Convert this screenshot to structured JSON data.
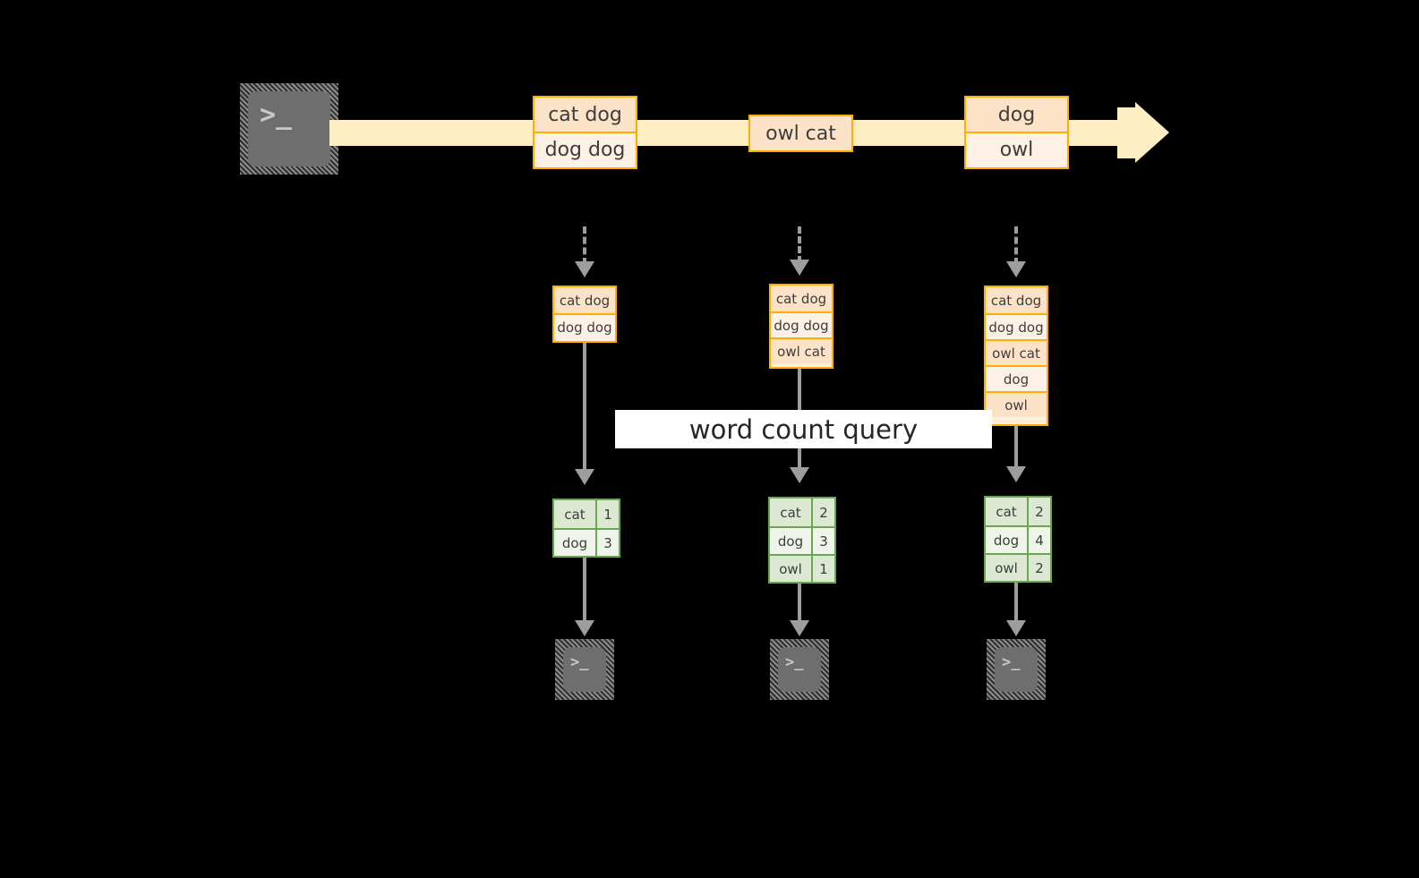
{
  "diagram": {
    "title": "word count query",
    "colors": {
      "background": "#000000",
      "stream_band": "#ffeec4",
      "message_border": "#ffad00",
      "message_fill_dark": "#fce3c8",
      "message_fill_light": "#fdf1e6",
      "table_border": "#6aa84f",
      "table_fill_dark": "#dde8d3",
      "table_fill_light": "#eef4e9",
      "connector": "#9d9d9d",
      "terminal_body": "#6e6e6e",
      "label_band": "#ffffff"
    }
  },
  "stream": {
    "source_terminal_glyph": ">_",
    "groups": [
      {
        "name": "group-1",
        "messages": [
          "cat dog",
          "dog dog"
        ]
      },
      {
        "name": "group-2",
        "messages": [
          "owl cat"
        ]
      },
      {
        "name": "group-3",
        "messages": [
          "dog",
          "owl"
        ]
      }
    ]
  },
  "snapshots": [
    {
      "name": "snapshot-1",
      "buffer": [
        "cat dog",
        "dog dog"
      ],
      "result": {
        "rows": [
          {
            "word": "cat",
            "count": "1"
          },
          {
            "word": "dog",
            "count": "3"
          }
        ]
      },
      "sink_terminal_glyph": ">_"
    },
    {
      "name": "snapshot-2",
      "buffer": [
        "cat dog",
        "dog dog",
        "owl cat"
      ],
      "result": {
        "rows": [
          {
            "word": "cat",
            "count": "2"
          },
          {
            "word": "dog",
            "count": "3"
          },
          {
            "word": "owl",
            "count": "1"
          }
        ]
      },
      "sink_terminal_glyph": ">_"
    },
    {
      "name": "snapshot-3",
      "buffer": [
        "cat dog",
        "dog dog",
        "owl cat",
        "dog",
        "owl"
      ],
      "result": {
        "rows": [
          {
            "word": "cat",
            "count": "2"
          },
          {
            "word": "dog",
            "count": "4"
          },
          {
            "word": "owl",
            "count": "2"
          }
        ]
      },
      "sink_terminal_glyph": ">_"
    }
  ],
  "query_label": "word count query"
}
